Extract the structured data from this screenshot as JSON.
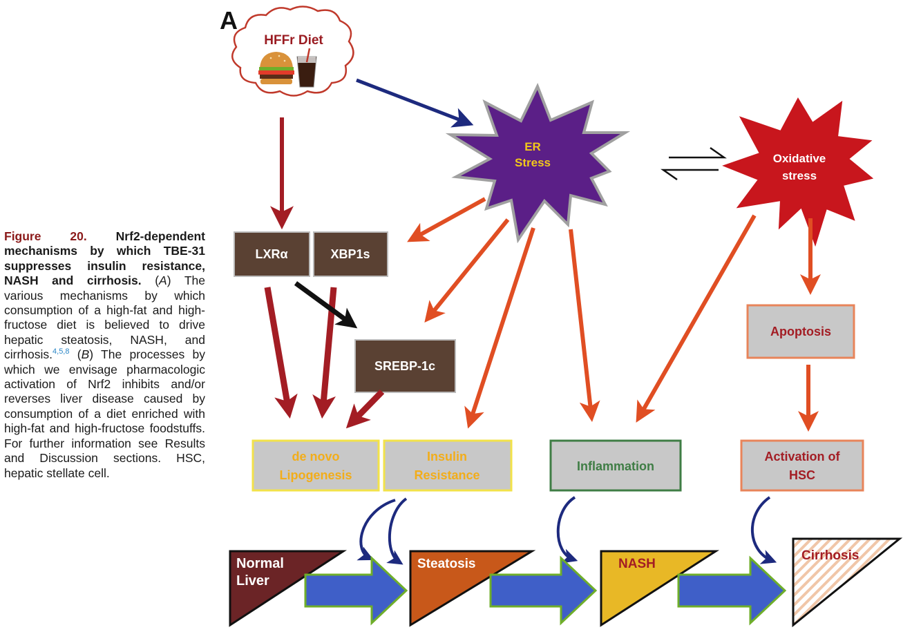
{
  "panel_label": "A",
  "caption": {
    "figure_number": "Figure 20.",
    "title": "Nrf2-dependent mechanisms by which TBE-31 suppresses insulin resistance, NASH and cirrhosis.",
    "body_1": " (",
    "a_letter": "A",
    "body_2": ") The various mechanisms by which consumption of a high-fat and high-fructose diet is believed to drive hepatic steatosis, NASH, and cirrhosis.",
    "refs": "4,5,8",
    "body_3": " (",
    "b_letter": "B",
    "body_4": ") The processes by which we envisage pharmacologic activation of Nrf2 inhibits and/or reverses liver disease caused by consumption of a diet enriched with high-fat and high-fructose foodstuffs. For further information see Results and Discussion sections. HSC, hepatic stellate cell."
  },
  "diet": {
    "label": "HFFr Diet",
    "burger_icon": "burger-icon",
    "drink_icon": "soda-icon"
  },
  "er_stress": {
    "line1": "ER",
    "line2": "Stress"
  },
  "oxidative_stress": {
    "line1": "Oxidative",
    "line2": "stress"
  },
  "boxes": {
    "lxra": "LXRα",
    "xbp1s": "XBP1s",
    "srebp1c": "SREBP-1c",
    "apoptosis": "Apoptosis",
    "lipogenesis": {
      "line1": "de novo",
      "line2": "Lipogenesis"
    },
    "insulin": {
      "line1": "Insulin",
      "line2": "Resistance"
    },
    "inflammation": "Inflammation",
    "hsc": {
      "line1": "Activation of",
      "line2": "HSC"
    }
  },
  "stages": {
    "normal": {
      "line1": "Normal",
      "line2": "Liver"
    },
    "steatosis": "Steatosis",
    "nash": "NASH",
    "cirrhosis": "Cirrhosis"
  },
  "colors": {
    "dark_red_arrow": "#a31d24",
    "orange_arrow": "#e04e23",
    "navy_arrow": "#1d2a7e",
    "er_purple": "#5b1f87",
    "ox_red": "#c8161d",
    "brown_box": "#5a4133",
    "gray_box": "#c8c8c8",
    "yellow_text": "#f2ad1a",
    "green_text": "#3f7d45",
    "caption_red": "#8b1a1a"
  }
}
